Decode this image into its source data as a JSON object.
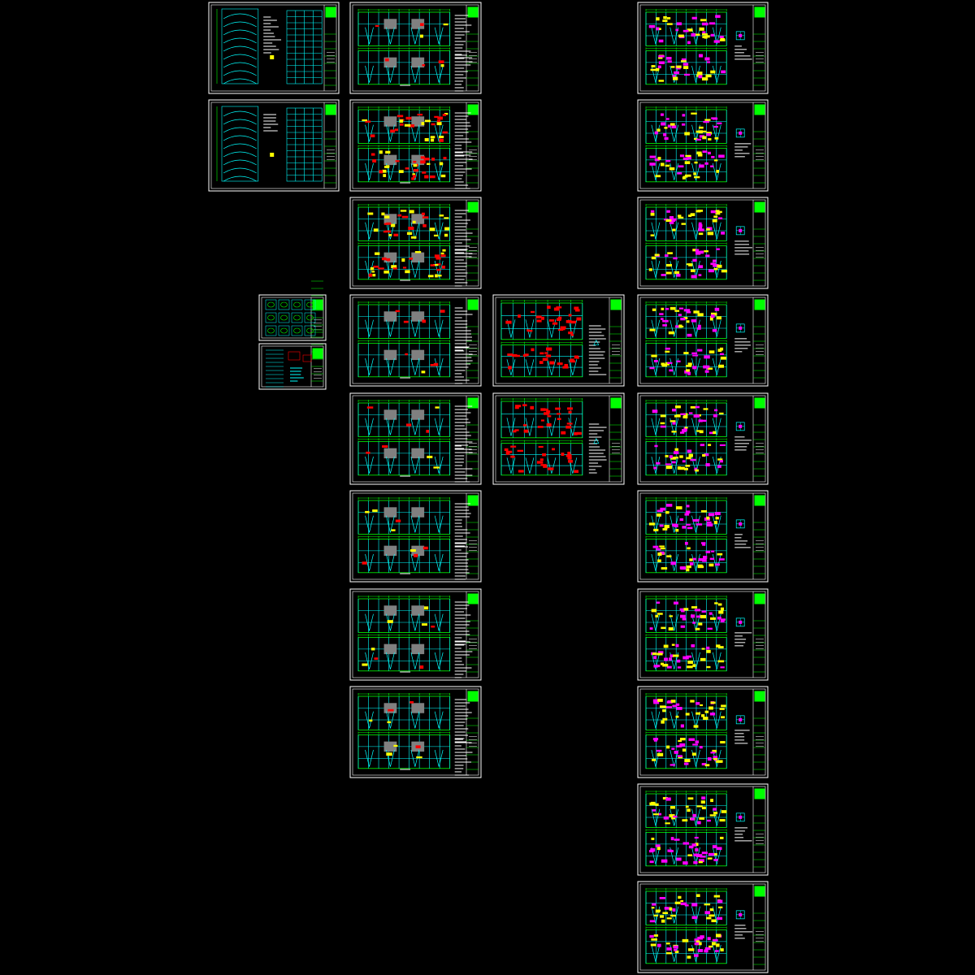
{
  "view": {
    "background": "#000000",
    "accent_colors": {
      "border": "#ffffff",
      "grid": "#00ffff",
      "frame": "#00ff00",
      "rebar": "#ff00ff",
      "section": "#ff0000",
      "dimension": "#ffff00",
      "hatch": "#808080",
      "annotation": "#ffffff"
    }
  },
  "sheet_groups": [
    {
      "id": "A",
      "sheet_count": 2,
      "drawing_kind": "truss-elevation-and-grid-plan",
      "icon": "elevation-sheet-icon"
    },
    {
      "id": "B",
      "sheet_count": 2,
      "drawing_kind": "detail-tables",
      "icon": "detail-sheet-icon"
    },
    {
      "id": "C",
      "sheet_count": 8,
      "drawing_kind": "floor-plan-pair-with-notes",
      "icon": "plan-sheet-icon"
    },
    {
      "id": "D",
      "sheet_count": 2,
      "drawing_kind": "reinforcement-plan-pair",
      "icon": "rebar-sheet-icon"
    },
    {
      "id": "E",
      "sheet_count": 10,
      "drawing_kind": "reinforcement-plan-pair-with-section",
      "icon": "rebar-sheet-icon"
    }
  ]
}
